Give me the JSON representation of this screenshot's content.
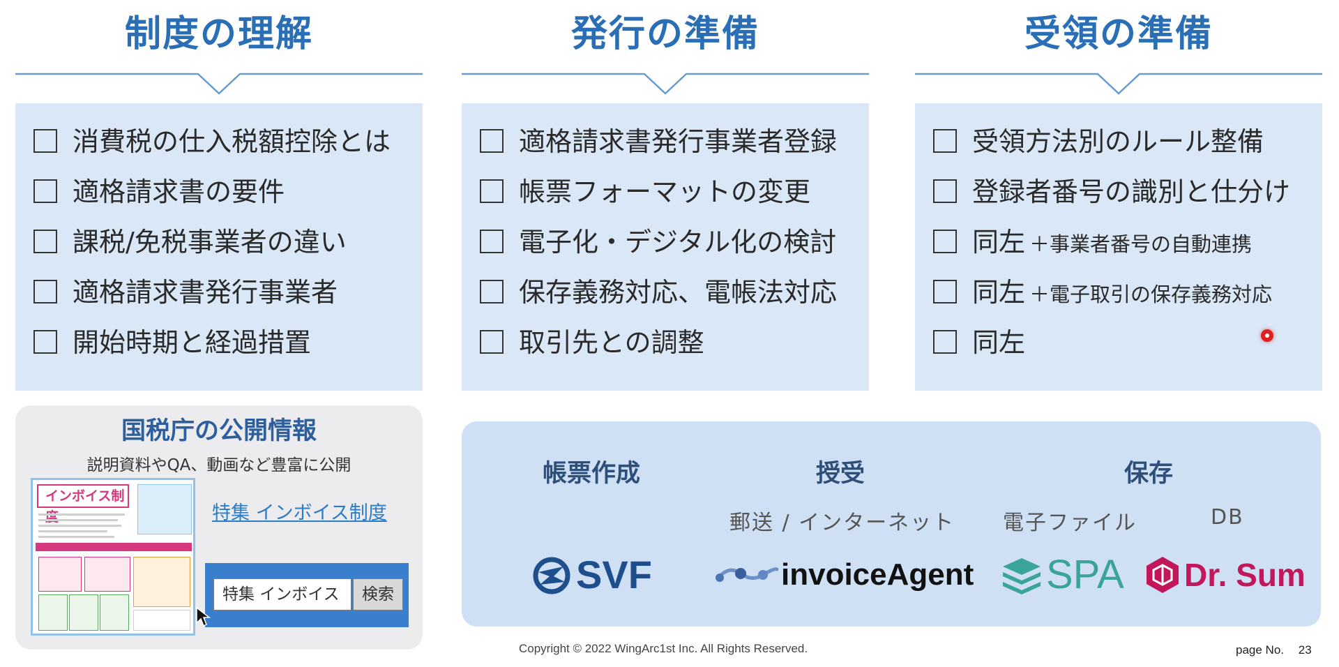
{
  "columns": [
    {
      "title": "制度の理解",
      "items": [
        {
          "text": "消費税の仕入税額控除とは",
          "sub": ""
        },
        {
          "text": "適格請求書の要件",
          "sub": ""
        },
        {
          "text": "課税/免税事業者の違い",
          "sub": ""
        },
        {
          "text": "適格請求書発行事業者",
          "sub": ""
        },
        {
          "text": "開始時期と経過措置",
          "sub": ""
        }
      ]
    },
    {
      "title": "発行の準備",
      "items": [
        {
          "text": "適格請求書発行事業者登録",
          "sub": ""
        },
        {
          "text": "帳票フォーマットの変更",
          "sub": ""
        },
        {
          "text": "電子化・デジタル化の検討",
          "sub": ""
        },
        {
          "text": "保存義務対応、電帳法対応",
          "sub": ""
        },
        {
          "text": "取引先との調整",
          "sub": ""
        }
      ]
    },
    {
      "title": "受領の準備",
      "items": [
        {
          "text": "受領方法別のルール整備",
          "sub": ""
        },
        {
          "text": "登録者番号の識別と仕分け",
          "sub": ""
        },
        {
          "text": "同左",
          "sub": "＋事業者番号の自動連携"
        },
        {
          "text": "同左",
          "sub": "＋電子取引の保存義務対応"
        },
        {
          "text": "同左",
          "sub": ""
        }
      ]
    }
  ],
  "nta": {
    "title": "国税庁の公開情報",
    "subtitle": "説明資料やQA、動画など豊富に公開",
    "flyer_title": "インボイス制度",
    "feature_link": "特集 インボイス制度",
    "search_value": "特集 インボイス",
    "search_button": "検索"
  },
  "tools": {
    "headings": {
      "create": "帳票作成",
      "exchange": "授受",
      "store": "保存"
    },
    "subs": {
      "exchange": "郵送 / インターネット",
      "file": "電子ファイル",
      "db": "DB"
    },
    "logos": {
      "svf": "SVF",
      "invoice": "invoiceAgent",
      "spa": "SPA",
      "drsum": "Dr. Sum"
    }
  },
  "colors": {
    "title_blue": "#2a6fb5",
    "box_bg": "#d9e7f7",
    "svf_blue": "#1f4e8c",
    "spa_teal": "#3aa39a",
    "drsum_magenta": "#c2185b"
  },
  "footer": {
    "copyright": "Copyright © 2022 WingArc1st Inc.  All Rights Reserved.",
    "page_label": "page No.",
    "page_number": "23"
  }
}
